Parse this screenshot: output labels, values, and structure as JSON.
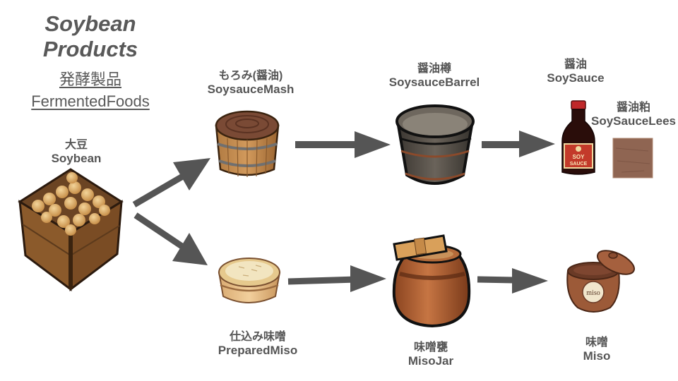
{
  "header": {
    "title_line1": "Soybean",
    "title_line2": "Products",
    "subtitle_jp": "発酵製品",
    "subtitle_en": "FermentedFoods"
  },
  "nodes": {
    "soybean": {
      "jp": "大豆",
      "en": "Soybean",
      "icon": "soybean-crate-icon"
    },
    "soysauce_mash": {
      "jp": "もろみ(醤油)",
      "en": "SoysauceMash",
      "icon": "mash-tub-icon"
    },
    "soysauce_barrel": {
      "jp": "醤油樽",
      "en": "SoysauceBarrel",
      "icon": "wooden-barrel-icon"
    },
    "soysauce": {
      "jp": "醤油",
      "en": "SoySauce",
      "icon": "soy-sauce-bottle-icon",
      "bottle_label_1": "SOY",
      "bottle_label_2": "SAUCE"
    },
    "soysauce_lees": {
      "jp": "醤油粕",
      "en": "SoySauceLees",
      "icon": "lees-cake-icon"
    },
    "prepared_miso": {
      "jp": "仕込み味噌",
      "en": "PreparedMiso",
      "icon": "miso-tub-icon"
    },
    "miso_jar": {
      "jp": "味噌甕",
      "en": "MisoJar",
      "icon": "clay-jar-icon"
    },
    "miso": {
      "jp": "味噌",
      "en": "Miso",
      "icon": "miso-pot-icon",
      "pot_label": "miso"
    }
  },
  "edges": [
    {
      "from": "soybean",
      "to": "soysauce_mash"
    },
    {
      "from": "soybean",
      "to": "prepared_miso"
    },
    {
      "from": "soysauce_mash",
      "to": "soysauce_barrel"
    },
    {
      "from": "soysauce_barrel",
      "to": "soysauce"
    },
    {
      "from": "prepared_miso",
      "to": "miso_jar"
    },
    {
      "from": "miso_jar",
      "to": "miso"
    }
  ],
  "colors": {
    "arrow": "#555555",
    "text": "#555555",
    "wood": "#8b5a2b",
    "wood_dark": "#5c3a1c",
    "soybean": "#e0b06a",
    "mash": "#7a4a35",
    "barrel": "#4a453f",
    "clay": "#a0522d",
    "lees": "#8f6552"
  }
}
